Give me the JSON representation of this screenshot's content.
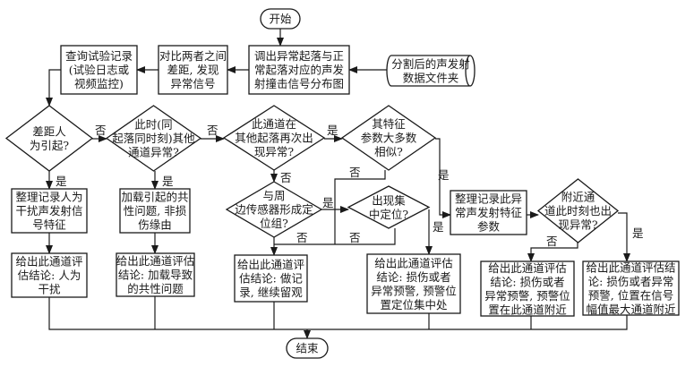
{
  "nodes": {
    "start": {
      "lines": [
        "开始"
      ]
    },
    "folder": {
      "lines": [
        "分割后的声发射",
        "数据文件夹"
      ]
    },
    "load_dist": {
      "lines": [
        "调出异常起落与正",
        "常起落对应的声发",
        "射撞击信号分布图"
      ]
    },
    "compare": {
      "lines": [
        "对比两者之间",
        "差距, 发现",
        "异常信号"
      ]
    },
    "query_log": {
      "lines": [
        "查询试验记录",
        "(试验日志或",
        "视频监控)"
      ]
    },
    "d_human": {
      "lines": [
        "差距人",
        "为引起?"
      ]
    },
    "d_other_ch": {
      "lines": [
        "此时(同",
        "起落同时刻)其他",
        "通道异常?"
      ]
    },
    "d_repeat": {
      "lines": [
        "此通道在",
        "其他起落再次出",
        "现异常?"
      ]
    },
    "d_similar": {
      "lines": [
        "其特征",
        "参数大多数",
        "相似?"
      ]
    },
    "d_group": {
      "lines": [
        "与周",
        "边传感器形成定",
        "位组?"
      ]
    },
    "d_locate": {
      "lines": [
        "出现集",
        "中定位?"
      ]
    },
    "rec_human": {
      "lines": [
        "整理记录人为",
        "干扰声发射信",
        "号特征"
      ]
    },
    "common_issue": {
      "lines": [
        "加载引起的共",
        "性问题, 非损",
        "伤缘由"
      ]
    },
    "rec_anomaly": {
      "lines": [
        "整理记录此异",
        "常声发射特征",
        "参数"
      ]
    },
    "d_nearby": {
      "lines": [
        "附近通",
        "道此时刻也出",
        "现异常?"
      ]
    },
    "res_human": {
      "lines": [
        "给出此通道评",
        "估结论: 人为",
        "干扰"
      ]
    },
    "res_common": {
      "lines": [
        "给出此通道评估",
        "结论: 加载导致",
        "的共性问题"
      ]
    },
    "res_observe": {
      "lines": [
        "给出此通道评",
        "估结论: 做记",
        "录, 继续留观"
      ]
    },
    "res_locate": {
      "lines": [
        "给出此通道评估",
        "结论: 损伤或者",
        "异常预警, 预警位",
        "置定位集中处"
      ]
    },
    "res_this_ch": {
      "lines": [
        "给出此通道评估",
        "结论: 损伤或者",
        "异常预警, 预警位",
        "置在此通道附近"
      ]
    },
    "res_max_ch": {
      "lines": [
        "给出此通道评估结",
        "论: 损伤或者异常",
        "预警, 位置在信号",
        "幅值最大通道附近"
      ]
    },
    "end": {
      "lines": [
        "结束"
      ]
    }
  },
  "edge_labels": {
    "yes": "是",
    "no": "否"
  }
}
